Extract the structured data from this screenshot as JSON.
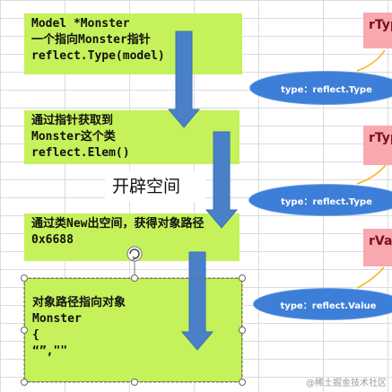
{
  "boxes": [
    {
      "lines": [
        "Model *Monster",
        "一个指向Monster指针",
        "reflect.Type(model)"
      ]
    },
    {
      "lines": [
        "通过指针获取到",
        "Monster这个类",
        "reflect.Elem()"
      ]
    },
    {
      "lines": [
        "通过类New出空间，获得对象路径",
        "0x6688"
      ]
    },
    {
      "lines": [
        "对象路径指向对象",
        "Monster",
        "{",
        "“”,\"\""
      ]
    }
  ],
  "label_alloc": "开辟空间",
  "right_tags": [
    "rTyp",
    "rTyp",
    "rVa"
  ],
  "ellipses": [
    "type：reflect.Type",
    "type：reflect.Type",
    "type：reflect.Value"
  ],
  "watermark": "@稀土掘金技术社区",
  "colors": {
    "box_fill": "#c5f15a",
    "arrow_fill": "#4a80c8",
    "ellipse_fill": "#3d7ed8",
    "tag_fill": "#f9a8b0",
    "connector": "#f5b31a"
  }
}
